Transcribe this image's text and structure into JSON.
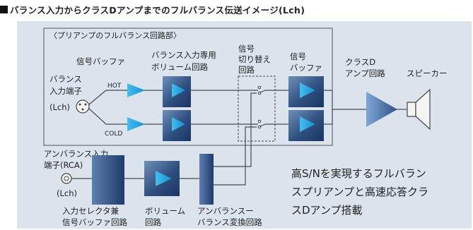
{
  "title": "バランス入力からクラスDアンプまでのフルバランス伝送イメージ(Lch)",
  "diagram": {
    "group_label": "〈プリアンプのフルバランス回路部〉",
    "balanced_terminal": [
      "バランス",
      "入力端子",
      "(Lch)"
    ],
    "input_buffer": "信号バッファ",
    "balanced_volume": [
      "バランス入力専用",
      "ボリューム回路"
    ],
    "selector": [
      "信号",
      "切り替え",
      "回路"
    ],
    "output_buffer": [
      "信号",
      "バッファ"
    ],
    "class_d": [
      "クラスD",
      "アンプ回路"
    ],
    "speaker": "スピーカー",
    "hot": "HOT",
    "cold": "COLD",
    "unbalanced_terminal": [
      "アンバランス入力",
      "端子(RCA)"
    ],
    "unbalanced_lch": "(Lch)",
    "input_selector": [
      "入力セレクタ兼",
      "信号バッファ回路"
    ],
    "volume": [
      "ボリューム",
      "回路"
    ],
    "unbal_conv": [
      "アンバランスー",
      "バランス変換回路"
    ],
    "caption": [
      "高S/Nを実現するフルバラン",
      "スプリアンプと高速応答クラ",
      "スDアンプ搭載"
    ]
  },
  "colors": {
    "panel": "#dbe3ec",
    "block_dark": "#1d3a66",
    "block_mid": "#5778a6",
    "triangle": "#23a9dc",
    "line": "#4a4a4a"
  }
}
